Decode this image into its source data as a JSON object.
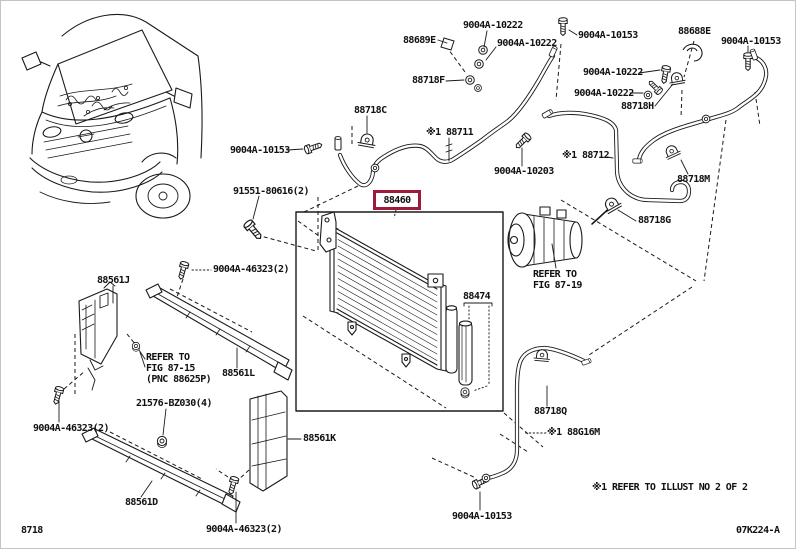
{
  "page": {
    "background": "#ffffff"
  },
  "highlight": {
    "part_number": "88460",
    "box_color": "#9c1b3c"
  },
  "labels": [
    {
      "name": "part-88689E",
      "text": "88689E"
    },
    {
      "name": "part-9004A-10222-1",
      "text": "9004A-10222"
    },
    {
      "name": "part-9004A-10222-2",
      "text": "9004A-10222"
    },
    {
      "name": "part-9004A-10153-1",
      "text": "9004A-10153"
    },
    {
      "name": "part-88688E",
      "text": "88688E"
    },
    {
      "name": "part-9004A-10153-2",
      "text": "9004A-10153"
    },
    {
      "name": "part-88718F",
      "text": "88718F"
    },
    {
      "name": "part-88718C",
      "text": "88718C"
    },
    {
      "name": "part-9004A-10222-3",
      "text": "9004A-10222"
    },
    {
      "name": "part-9004A-10222-4",
      "text": "9004A-10222"
    },
    {
      "name": "part-88718H",
      "text": "88718H"
    },
    {
      "name": "part-88711",
      "text": "※1 88711"
    },
    {
      "name": "part-88712",
      "text": "※1 88712"
    },
    {
      "name": "part-9004A-10203",
      "text": "9004A-10203"
    },
    {
      "name": "part-88718M",
      "text": "88718M"
    },
    {
      "name": "part-88718G",
      "text": "88718G"
    },
    {
      "name": "part-9004A-10153-3",
      "text": "9004A-10153"
    },
    {
      "name": "part-91551-80616",
      "text": "91551-80616(2)"
    },
    {
      "name": "part-88474",
      "text": "88474"
    },
    {
      "name": "ref-fig-87-19",
      "text": "REFER TO\nFIG 87-19"
    },
    {
      "name": "part-88561J",
      "text": "88561J"
    },
    {
      "name": "part-9004A-46323-1",
      "text": "9004A-46323(2)"
    },
    {
      "name": "ref-fig-87-15",
      "text": "REFER TO\nFIG 87-15\n(PNC 88625P)"
    },
    {
      "name": "part-88561L",
      "text": "88561L"
    },
    {
      "name": "part-21576-BZ030",
      "text": "21576-BZ030(4)"
    },
    {
      "name": "part-9004A-46323-2",
      "text": "9004A-46323(2)"
    },
    {
      "name": "part-88561D",
      "text": "88561D"
    },
    {
      "name": "part-9004A-46323-3",
      "text": "9004A-46323(2)"
    },
    {
      "name": "part-88561K",
      "text": "88561K"
    },
    {
      "name": "part-9004A-10153-4",
      "text": "9004A-10153"
    },
    {
      "name": "part-88718Q",
      "text": "88718Q"
    },
    {
      "name": "part-88G16M",
      "text": "※1 88G16M"
    },
    {
      "name": "footnote",
      "text": "※1 REFER TO ILLUST NO 2 OF 2"
    },
    {
      "name": "figure-code",
      "text": "8718"
    },
    {
      "name": "drawing-code",
      "text": "07K224-A"
    }
  ]
}
